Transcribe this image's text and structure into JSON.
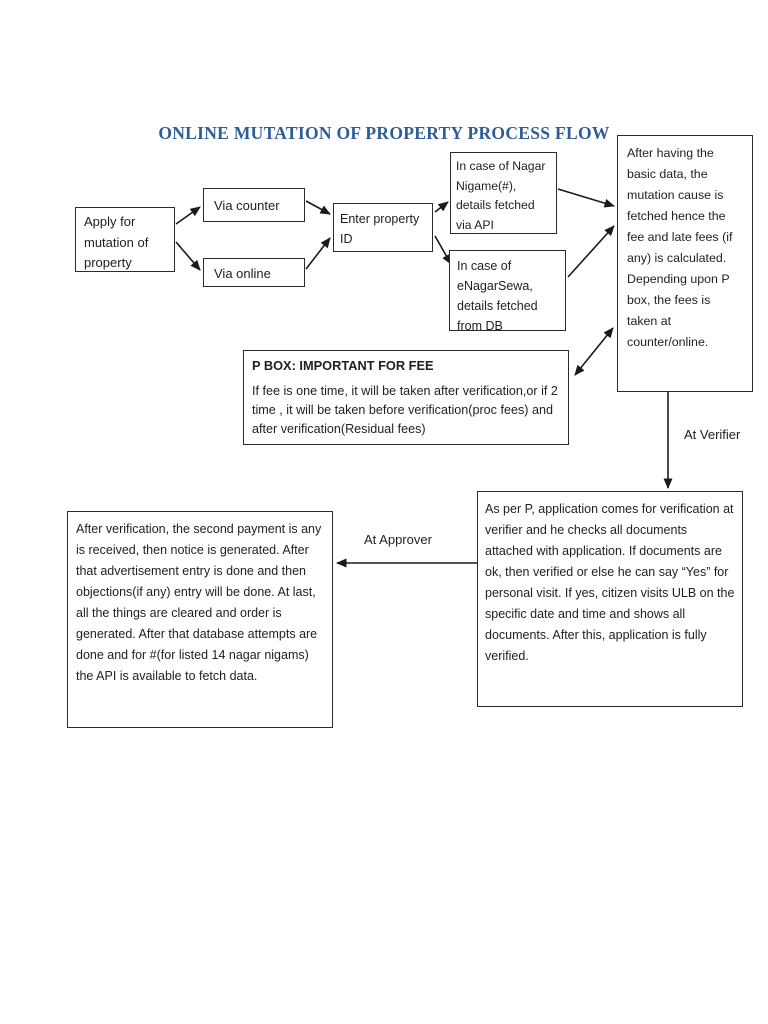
{
  "page": {
    "title": "ONLINE MUTATION OF PROPERTY PROCESS FLOW",
    "title_color": "#2d5c96",
    "background_color": "#ffffff",
    "ink_color": "#1f1f1f"
  },
  "flowchart": {
    "nodes": {
      "apply": {
        "text": "Apply for\nmutation of\nproperty"
      },
      "via_counter": {
        "text": "Via counter"
      },
      "via_online": {
        "text": "Via online"
      },
      "enter_property_id": {
        "text": "Enter property\nID"
      },
      "nagar_nigame": {
        "text": "In case of Nagar\nNigame(#),\ndetails fetched\nvia API"
      },
      "enagarsewa": {
        "text": "In case of\neNagarSewa,\ndetails fetched\nfrom DB"
      },
      "fee_calculation": {
        "text": "After having the basic data, the mutation cause is fetched hence the fee and late fees (if any) is calculated. Depending upon P box, the fees is taken at counter/online."
      },
      "p_box": {
        "heading": "P BOX: IMPORTANT FOR FEE",
        "body": "If fee is one time, it will be taken after verification,or if 2 time , it will be taken before verification(proc fees) and after verification(Residual fees)"
      },
      "verifier": {
        "text": "As per P, application comes for verification at verifier and he checks all documents attached with application. If documents are ok, then verified or else he can say “Yes” for personal visit. If yes, citizen visits ULB on the specific date and time and shows all documents. After this, application is fully verified."
      },
      "approver": {
        "text": "After verification, the second payment is any is received, then notice is generated. After that advertisement entry is done and then objections(if any) entry will be done. At last, all the things are cleared and order is generated. After that database attempts are done and for #(for listed 14 nagar nigams) the API is available to fetch data."
      }
    },
    "labels": {
      "at_verifier": "At Verifier",
      "at_approver": "At Approver"
    },
    "edges": [
      {
        "from": "apply",
        "to": "via_counter"
      },
      {
        "from": "apply",
        "to": "via_online"
      },
      {
        "from": "via_counter",
        "to": "enter_property_id"
      },
      {
        "from": "via_online",
        "to": "enter_property_id"
      },
      {
        "from": "enter_property_id",
        "to": "nagar_nigame"
      },
      {
        "from": "enter_property_id",
        "to": "enagarsewa"
      },
      {
        "from": "nagar_nigame",
        "to": "fee_calculation"
      },
      {
        "from": "enagarsewa",
        "to": "fee_calculation"
      },
      {
        "from": "p_box",
        "to": "fee_calculation",
        "bidirectional": true
      },
      {
        "from": "fee_calculation",
        "to": "verifier",
        "label": "At Verifier"
      },
      {
        "from": "verifier",
        "to": "approver",
        "label": "At Approver"
      }
    ]
  }
}
